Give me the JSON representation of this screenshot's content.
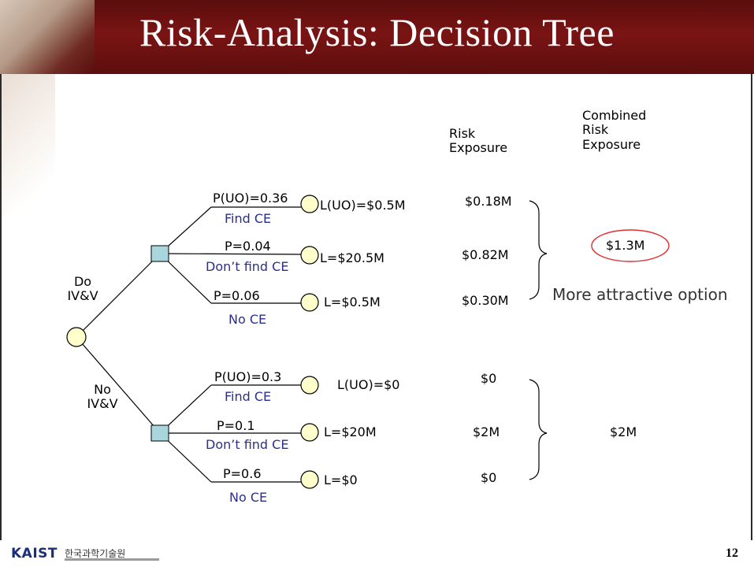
{
  "title": "Risk-Analysis: Decision Tree",
  "headers": {
    "risk_exposure": [
      "Risk",
      "Exposure"
    ],
    "combined": [
      "Combined",
      "Risk",
      "Exposure"
    ]
  },
  "root": {
    "do_label": [
      "Do",
      "IV&V"
    ],
    "no_label": [
      "No",
      "IV&V"
    ]
  },
  "do_branches": [
    {
      "prob": "P(UO)=0.36",
      "outcome": "Find CE",
      "loss": "L(UO)=$0.5M",
      "re": "$0.18M"
    },
    {
      "prob": "P=0.04",
      "outcome": "Don’t find CE",
      "loss": "L=$20.5M",
      "re": "$0.82M"
    },
    {
      "prob": "P=0.06",
      "outcome": "No CE",
      "loss": "L=$0.5M",
      "re": "$0.30M"
    }
  ],
  "no_branches": [
    {
      "prob": "P(UO)=0.3",
      "outcome": "Find CE",
      "loss": "L(UO)=$0",
      "re": "$0"
    },
    {
      "prob": "P=0.1",
      "outcome": "Don’t find CE",
      "loss": "L=$20M",
      "re": "$2M"
    },
    {
      "prob": "P=0.6",
      "outcome": "No CE",
      "loss": "L=$0",
      "re": "$0"
    }
  ],
  "combined": {
    "do": "$1.3M",
    "no": "$2M",
    "note": "More attractive option"
  },
  "footer": {
    "logo": "KAIST",
    "org": "한국과학기술원",
    "page": "12"
  },
  "colors": {
    "header": "#6b1111",
    "chance_node": "#ffffcc",
    "decision_node": "#a9d6dc",
    "highlight": "#e03030",
    "outcome_text": "#2a2f8f"
  }
}
